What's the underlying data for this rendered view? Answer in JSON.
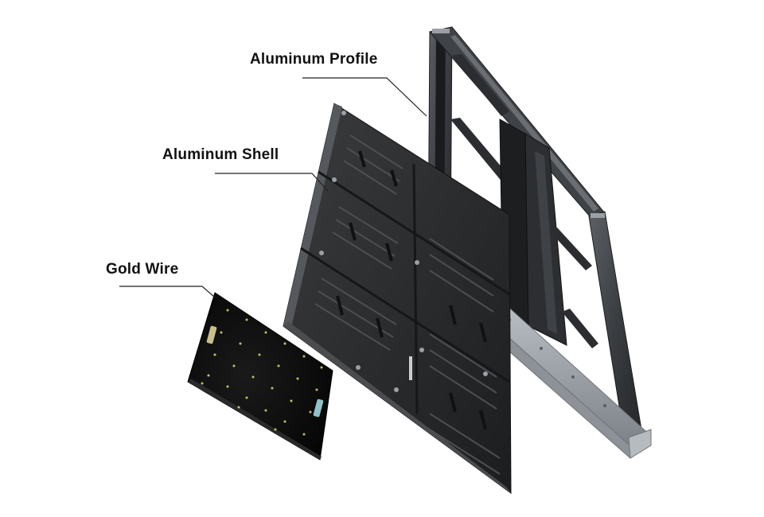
{
  "labels": {
    "aluminum_profile": "Aluminum Profile",
    "aluminum_shell": "Aluminum Shell",
    "gold_wire": "Gold Wire"
  },
  "colors": {
    "background": "#ffffff",
    "leader_line": "#222222",
    "frame_dark": "#2e3033",
    "frame_mid": "#7a7f85",
    "frame_light": "#c9cdd2",
    "cabinet": "#2a2a2b",
    "module": "#0b0b0c",
    "led_dot": "#d9d36a"
  },
  "icons": {
    "aluminum_profile": "aluminum-frame-illustration",
    "aluminum_shell": "cabinet-shell-illustration",
    "gold_wire": "led-module-illustration"
  }
}
